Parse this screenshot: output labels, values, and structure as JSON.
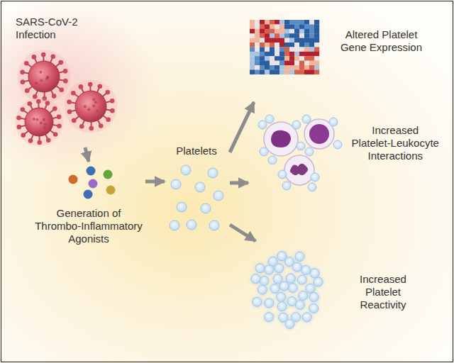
{
  "diagram": {
    "nodes": [
      {
        "text": [
          "SARS-CoV-2 Infection"
        ]
      },
      {
        "text": [
          "Generation of Thrombo-Inflammatory Agonists"
        ]
      },
      {
        "text": [
          "Platelets"
        ]
      },
      {
        "text": [
          "Altered Platelet Gene Expression"
        ]
      },
      {
        "text": [
          "Increased Platelet-Leukocyte Interactions"
        ]
      },
      {
        "text": [
          "Increased Platelet Reactivity"
        ]
      }
    ],
    "edges": [
      {
        "from": 0,
        "to": 1,
        "arrow": "to"
      },
      {
        "from": 1,
        "to": 2,
        "arrow": "to"
      },
      {
        "from": 2,
        "to": 3,
        "arrow": "to"
      },
      {
        "from": 2,
        "to": 4,
        "arrow": "to"
      },
      {
        "from": 2,
        "to": 5,
        "arrow": "to"
      }
    ]
  }
}
